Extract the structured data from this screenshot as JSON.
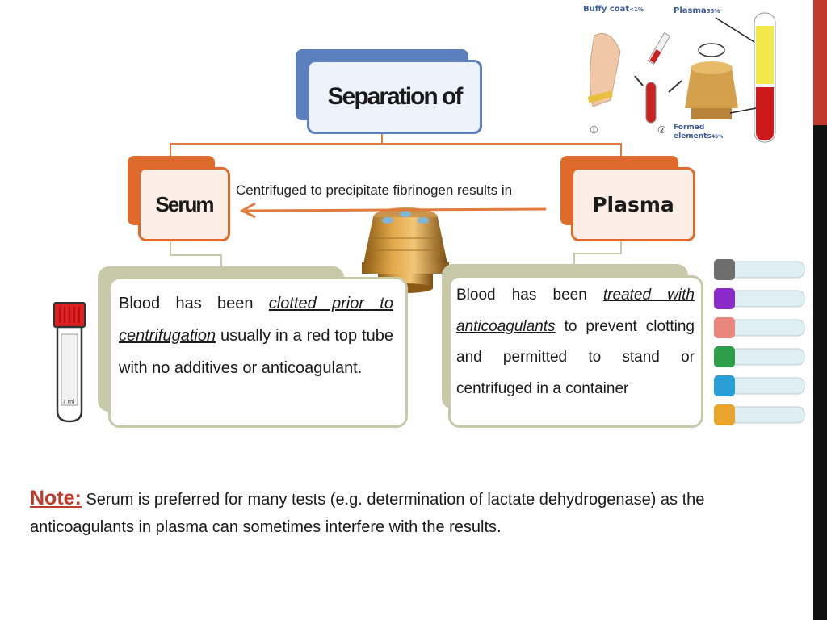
{
  "diagram": {
    "title": "Separation of",
    "left_node": "Serum",
    "right_node": "Plasma",
    "arrow_label": "Centrifuged to precipitate fibrinogen results in",
    "serum_description": {
      "pre": "Blood has been",
      "emphasis": "clotted prior to centrifugation",
      "post": "usually in a red top tube with no additives or anticoagulant."
    },
    "plasma_description": {
      "pre": "Blood has been",
      "emphasis1": "treated with anticoagulants",
      "mid": "to prevent clotting and permitted to stand or centrifuged in a container"
    }
  },
  "figure": {
    "buffy_coat_label": "Buffy coat",
    "buffy_coat_pct": "<1%",
    "plasma_label": "Plasma",
    "plasma_pct": "55%",
    "formed_label": "Formed elements",
    "formed_pct": "45%",
    "step1": "①",
    "step2": "②"
  },
  "tube": {
    "label": "7 ml"
  },
  "note": {
    "label": "Note:",
    "text": "Serum is preferred for many tests (e.g. determination of lactate dehydrogenase) as the anticoagulants in  plasma can sometimes interfere with the results."
  },
  "colors": {
    "title_blue": "#5b7fbf",
    "node_orange": "#e06a2b",
    "box_olive": "#c7c9a8",
    "note_red": "#c0392b",
    "tube_caps": [
      "#6e6e6e",
      "#8a2bc9",
      "#e8857d",
      "#2e9e4a",
      "#2a9fd6",
      "#e8a42b"
    ]
  }
}
